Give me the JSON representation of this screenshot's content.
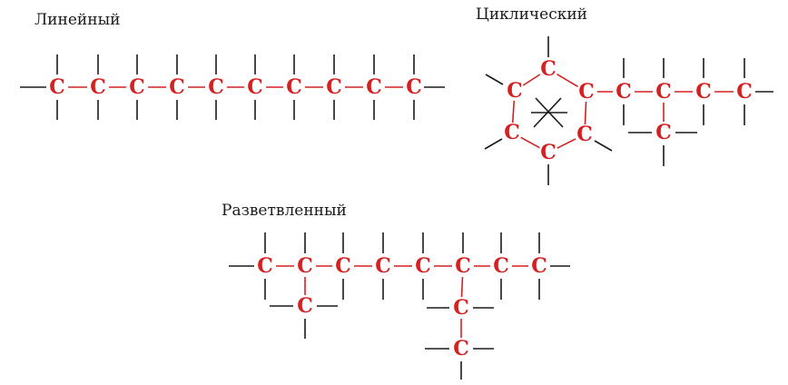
{
  "labels": {
    "linear": "Линейный",
    "cyclic": "Циклический",
    "branched": "Разветвленный"
  },
  "atom_symbol": "C",
  "colors": {
    "atom": "#d42020",
    "bond": "#1a1a1a",
    "background": "#ffffff"
  }
}
